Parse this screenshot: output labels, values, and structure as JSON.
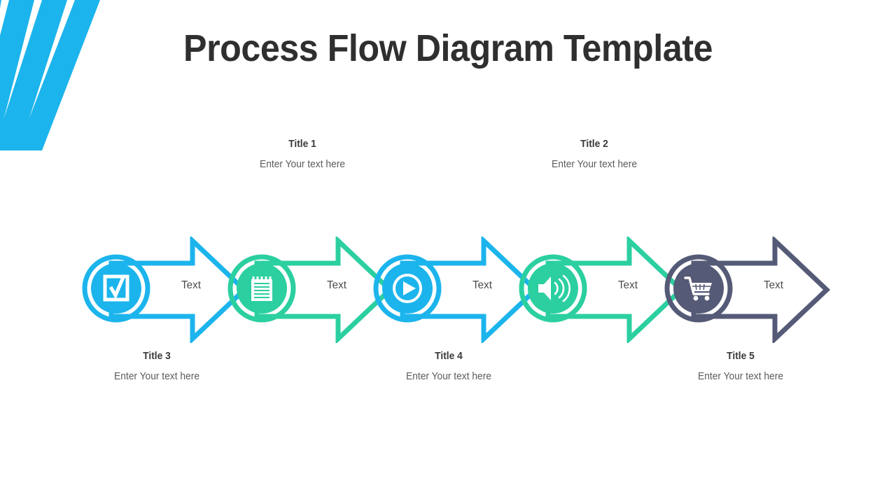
{
  "page": {
    "title": "Process Flow Diagram Template",
    "background_color": "#ffffff"
  },
  "decor": {
    "stripes_icon": "diagonal-stripes-decoration",
    "stripe_color": "#1CB4EC",
    "stripe_count": 4
  },
  "palette": {
    "blue": "#1CB4EC",
    "green": "#2BCFA0",
    "slate": "#555A77",
    "title_text": "#2f2f2f",
    "caption_title_text": "#3a3a3a",
    "caption_desc_text": "#5c5c5c",
    "step_text": "#4a4a4a",
    "icon_fill": "#ffffff"
  },
  "captions": [
    {
      "id": "caption-1",
      "position": "top",
      "title": "Title 1",
      "description": "Enter Your text here"
    },
    {
      "id": "caption-2",
      "position": "top",
      "title": "Title 2",
      "description": "Enter Your text here"
    },
    {
      "id": "caption-3",
      "position": "bottom",
      "title": "Title 3",
      "description": "Enter Your text here"
    },
    {
      "id": "caption-4",
      "position": "bottom",
      "title": "Title 4",
      "description": "Enter Your text here"
    },
    {
      "id": "caption-5",
      "position": "bottom",
      "title": "Title 5",
      "description": "Enter Your text here"
    }
  ],
  "steps": [
    {
      "index": 1,
      "label": "Text",
      "color": "#1CB4EC",
      "icon": "checkbox-checked-icon"
    },
    {
      "index": 2,
      "label": "Text",
      "color": "#2BCFA0",
      "icon": "notepad-icon"
    },
    {
      "index": 3,
      "label": "Text",
      "color": "#1CB4EC",
      "icon": "play-circle-icon"
    },
    {
      "index": 4,
      "label": "Text",
      "color": "#2BCFA0",
      "icon": "speaker-volume-icon"
    },
    {
      "index": 5,
      "label": "Text",
      "color": "#555A77",
      "icon": "shopping-cart-icon"
    }
  ]
}
